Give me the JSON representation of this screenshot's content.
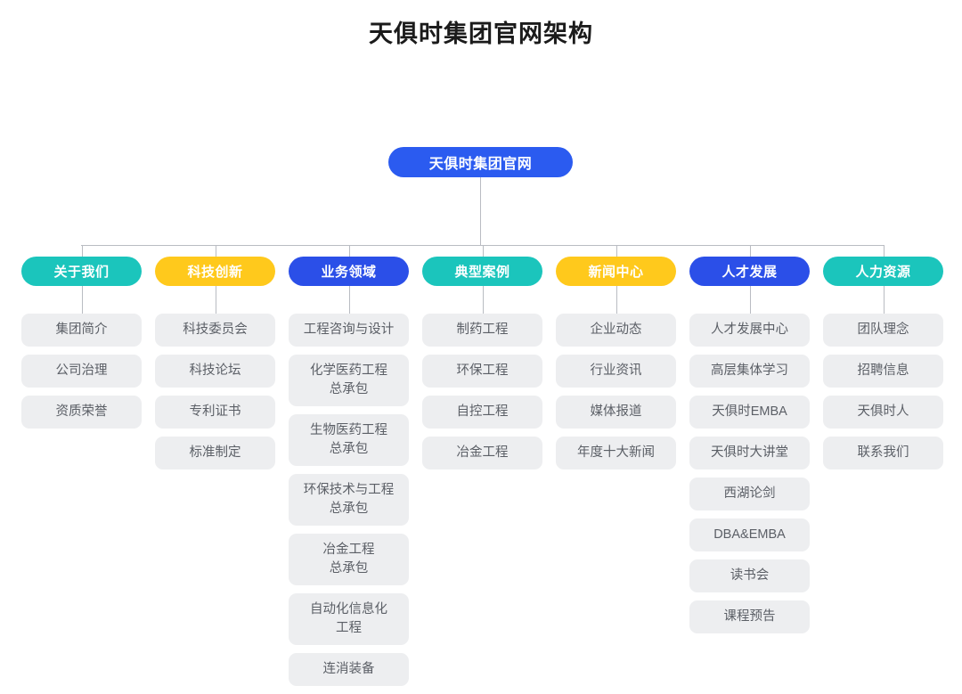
{
  "title": "天俱时集团官网架构",
  "root": {
    "label": "天俱时集团官网",
    "color": "#2b5bf0"
  },
  "palette": {
    "teal": "#1bc5bc",
    "yellow": "#ffc91c",
    "blue": "#2b4fe8",
    "item_bg": "#edeef0",
    "item_text": "#5b5f66",
    "line": "#b9bcc2",
    "background": "#ffffff",
    "title_text": "#1b1b1b"
  },
  "columns": [
    {
      "header": "关于我们",
      "header_color": "teal",
      "items": [
        "集团简介",
        "公司治理",
        "资质荣誉"
      ]
    },
    {
      "header": "科技创新",
      "header_color": "yellow",
      "items": [
        "科技委员会",
        "科技论坛",
        "专利证书",
        "标准制定"
      ]
    },
    {
      "header": "业务领域",
      "header_color": "blue",
      "items": [
        "工程咨询与设计",
        "化学医药工程\n总承包",
        "生物医药工程\n总承包",
        "环保技术与工程\n总承包",
        "冶金工程\n总承包",
        "自动化信息化\n工程",
        "连消装备"
      ]
    },
    {
      "header": "典型案例",
      "header_color": "teal",
      "items": [
        "制药工程",
        "环保工程",
        "自控工程",
        "冶金工程"
      ]
    },
    {
      "header": "新闻中心",
      "header_color": "yellow",
      "items": [
        "企业动态",
        "行业资讯",
        "媒体报道",
        "年度十大新闻"
      ]
    },
    {
      "header": "人才发展",
      "header_color": "blue",
      "items": [
        "人才发展中心",
        "高层集体学习",
        "天俱时EMBA",
        "天俱时大讲堂",
        "西湖论剑",
        "DBA&EMBA",
        "读书会",
        "课程预告"
      ]
    },
    {
      "header": "人力资源",
      "header_color": "teal",
      "items": [
        "团队理念",
        "招聘信息",
        "天俱时人",
        "联系我们"
      ]
    }
  ]
}
